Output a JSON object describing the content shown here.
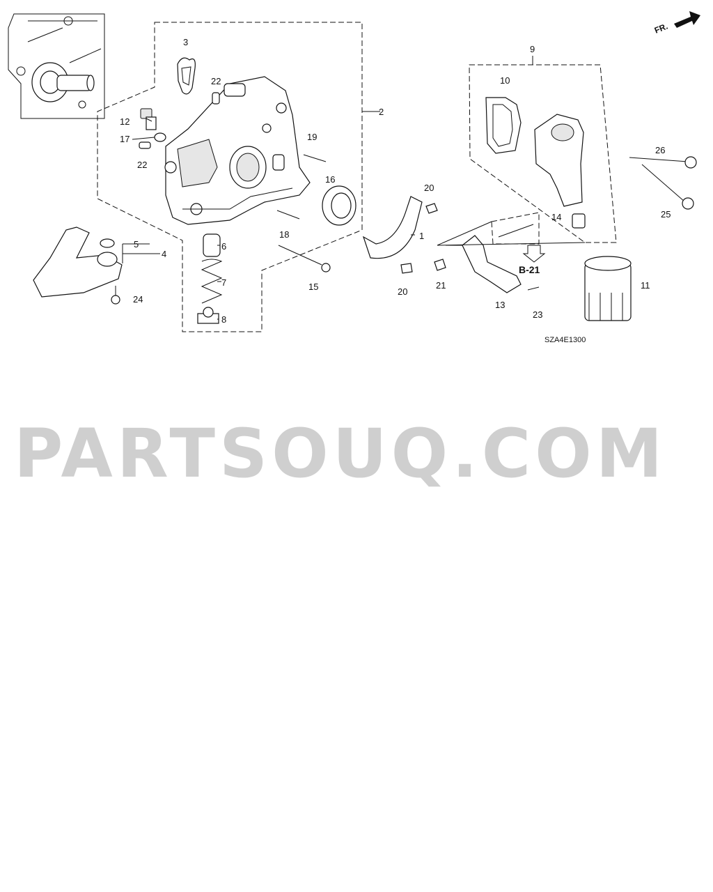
{
  "diagram": {
    "direction_label": "FR.",
    "reference_label": "B-21",
    "drawing_code": "SZA4E1300",
    "watermark": "PARTSOUQ.COM",
    "callouts": [
      "1",
      "2",
      "3",
      "4",
      "5",
      "6",
      "7",
      "8",
      "9",
      "10",
      "11",
      "12",
      "13",
      "14",
      "15",
      "16",
      "17",
      "18",
      "19",
      "20",
      "20",
      "21",
      "22",
      "22",
      "23",
      "24",
      "25",
      "26"
    ]
  }
}
